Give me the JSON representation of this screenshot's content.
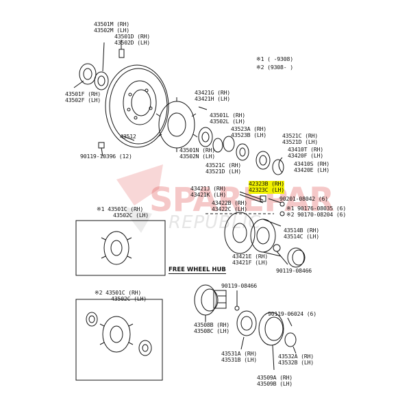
{
  "watermark": {
    "brand": "SPAREPAR",
    "sub": "REPUBLIC"
  },
  "notes": {
    "note1": "※1 (      -9308)",
    "note2": "※2 (9308-      )"
  },
  "section": {
    "free_wheel_hub": "FREE WHEEL HUB"
  },
  "labels": {
    "p43501M": {
      "rh": "43501M (RH)",
      "lh": "43502M (LH)"
    },
    "p43501D": {
      "rh": "43501D (RH)",
      "lh": "43502D (LH)"
    },
    "p43501F": {
      "rh": "43501F (RH)",
      "lh": "43502F (LH)"
    },
    "p90119_10396": {
      "a": "90119-10396 (12)"
    },
    "p43512": {
      "a": "43512"
    },
    "p43421G": {
      "rh": "43421G (RH)",
      "lh": "43421H (LH)"
    },
    "p43501L": {
      "rh": "43501L (RH)",
      "lh": "43502L (LH)"
    },
    "p43501N": {
      "rh": "43501N (RH)",
      "lh": "43502N (LH)"
    },
    "p43523A": {
      "rh": "43523A (RH)",
      "lh": "43523B (LH)"
    },
    "p43521C_top": {
      "rh": "43521C (RH)",
      "lh": "43521D (LH)"
    },
    "p43410T": {
      "rh": "43410T (RH)",
      "lh": "43420F (LH)"
    },
    "p43521C_mid": {
      "rh": "43521C (RH)",
      "lh": "43521D (LH)"
    },
    "p43410S": {
      "rh": "43410S (RH)",
      "lh": "43420E (LH)"
    },
    "p42323B": {
      "rh": "42323B (RH)",
      "lh": "42323C (LH)"
    },
    "p43421J": {
      "rh": "43421J (RH)",
      "lh": "43421K (LH)"
    },
    "p90201": {
      "a": "90201-08042 (6)"
    },
    "p43422B": {
      "rh": "43422B (RH)",
      "lh": "43422C (LH)"
    },
    "p190176": {
      "a": "※1 90176-08035 (6)",
      "b": "※2 90170-08204 (6)"
    },
    "p43501C_1": {
      "rh": "※1 43501C (RH)",
      "lh": "43502C (LH)"
    },
    "p43514B": {
      "rh": "43514B (RH)",
      "lh": "43514C (LH)"
    },
    "p43421E": {
      "rh": "43421E (RH)",
      "lh": "43421F (LH)"
    },
    "p90119_08466a": {
      "a": "90119-08466"
    },
    "p43501C_2": {
      "rh": "※2 43501C (RH)",
      "lh": "43502C (LH)"
    },
    "p90119_08466b": {
      "a": "90119-08466"
    },
    "p90119_06024": {
      "a": "90119-06024 (6)"
    },
    "p43508B": {
      "rh": "43508B (RH)",
      "lh": "43508C (LH)"
    },
    "p43531A": {
      "rh": "43531A (RH)",
      "lh": "43531B (LH)"
    },
    "p43532A": {
      "rh": "43532A (RH)",
      "lh": "43532B (LH)"
    },
    "p43509A": {
      "rh": "43509A (RH)",
      "lh": "43509B (LH)"
    }
  }
}
